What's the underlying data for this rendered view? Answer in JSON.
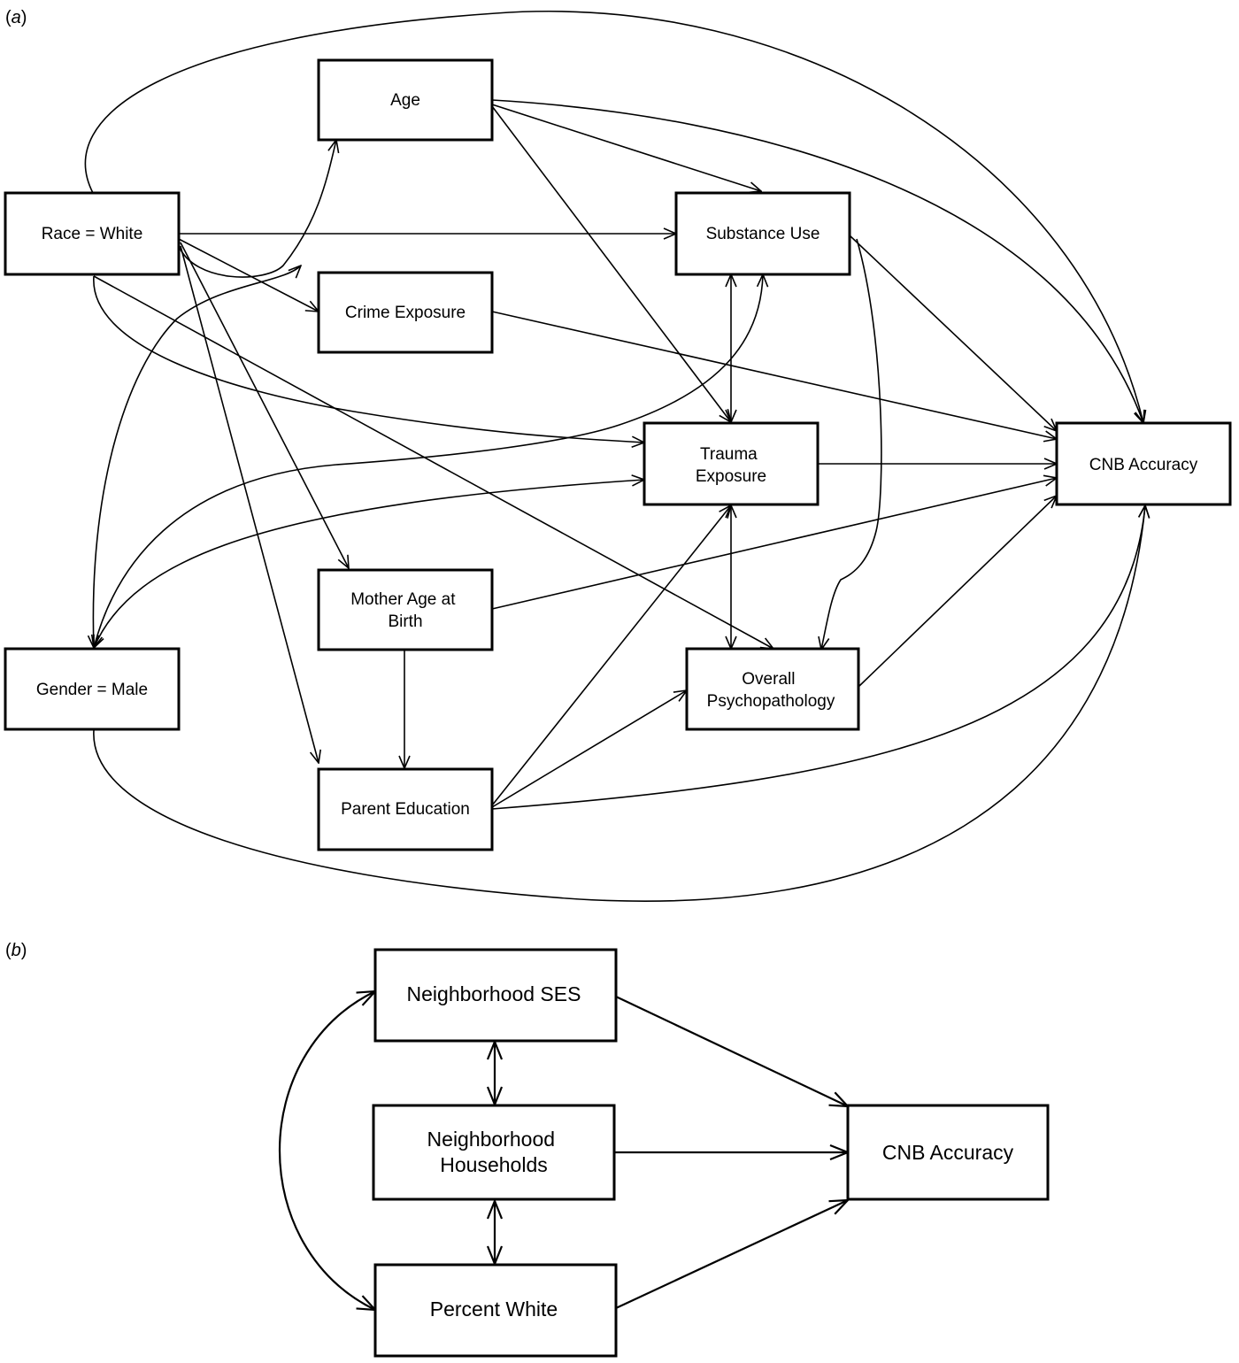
{
  "panel_a": {
    "label": "a",
    "nodes": {
      "age": [
        "Age"
      ],
      "race": [
        "Race = White"
      ],
      "substance": [
        "Substance Use"
      ],
      "crime": [
        "Crime Exposure"
      ],
      "trauma": [
        "Trauma",
        "Exposure"
      ],
      "cnb": [
        "CNB Accuracy"
      ],
      "mother": [
        "Mother Age at",
        "Birth"
      ],
      "gender": [
        "Gender = Male"
      ],
      "psych": [
        "Overall",
        "Psychopathology"
      ],
      "parent": [
        "Parent Education"
      ]
    }
  },
  "panel_b": {
    "label": "b",
    "nodes": {
      "ses": [
        "Neighborhood SES"
      ],
      "households": [
        "Neighborhood",
        "Households"
      ],
      "white": [
        "Percent White"
      ],
      "cnb": [
        "CNB Accuracy"
      ]
    }
  }
}
